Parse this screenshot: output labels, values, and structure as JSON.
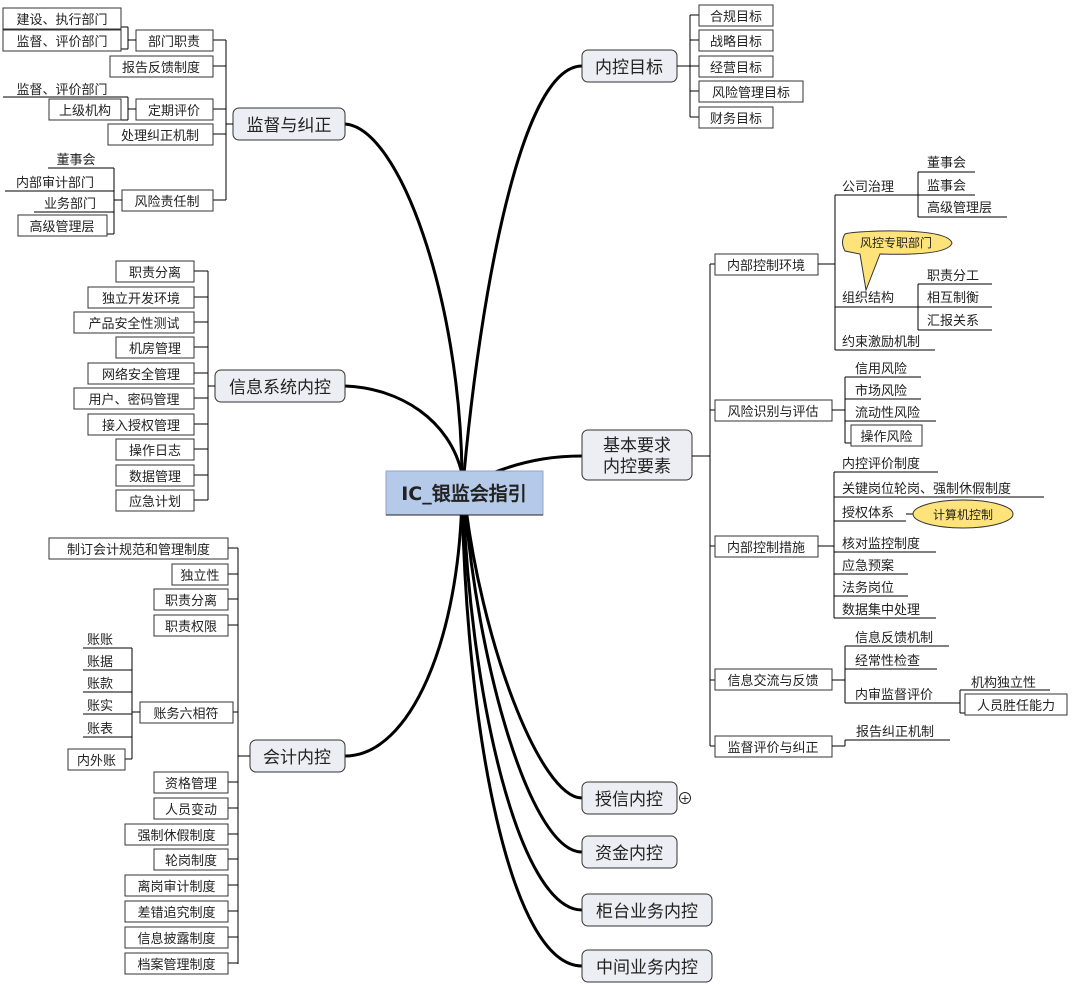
{
  "root": "IC_银监会指引",
  "branches": {
    "supervision": {
      "label": "监督与纠正",
      "dept_duty": {
        "label": "部门职责",
        "children": [
          "建设、执行部门",
          "监督、评价部门"
        ]
      },
      "report_feedback": "报告反馈制度",
      "periodic_eval": {
        "label": "定期评价",
        "children": [
          "监督、评价部门",
          "上级机构"
        ]
      },
      "correction": "处理纠正机制",
      "risk_resp": {
        "label": "风险责任制",
        "children": [
          "董事会",
          "内部审计部门",
          "业务部门",
          "高级管理层"
        ]
      }
    },
    "info_system": {
      "label": "信息系统内控",
      "children": [
        "职责分离",
        "独立开发环境",
        "产品安全性测试",
        "机房管理",
        "网络安全管理",
        "用户、密码管理",
        "接入授权管理",
        "操作日志",
        "数据管理",
        "应急计划"
      ]
    },
    "accounting": {
      "label": "会计内控",
      "children_top": [
        "制订会计规范和管理制度",
        "独立性",
        "职责分离",
        "职责权限"
      ],
      "six_match": {
        "label": "账务六相符",
        "children": [
          "账账",
          "账据",
          "账款",
          "账实",
          "账表",
          "内外账"
        ]
      },
      "children_bottom": [
        "资格管理",
        "人员变动",
        "强制休假制度",
        "轮岗制度",
        "离岗审计制度",
        "差错追究制度",
        "信息披露制度",
        "档案管理制度"
      ]
    },
    "objectives": {
      "label": "内控目标",
      "children": [
        "合规目标",
        "战略目标",
        "经营目标",
        "风险管理目标",
        "财务目标"
      ]
    },
    "basic": {
      "label_lines": [
        "基本要求",
        "内控要素"
      ],
      "environment": {
        "label": "内部控制环境",
        "governance": {
          "label": "公司治理",
          "children": [
            "董事会",
            "监事会",
            "高级管理层"
          ]
        },
        "callout": "风控专职部门",
        "org": {
          "label": "组织结构",
          "children": [
            "职责分工",
            "相互制衡",
            "汇报关系"
          ]
        },
        "incentive": "约束激励机制"
      },
      "risk_assess": {
        "label": "风险识别与评估",
        "children": [
          "信用风险",
          "市场风险",
          "流动性风险",
          "操作风险"
        ]
      },
      "measures": {
        "label": "内部控制措施",
        "children": [
          "内控评价制度",
          "关键岗位轮岗、强制休假制度",
          "授权体系",
          "核对监控制度",
          "应急预案",
          "法务岗位",
          "数据集中处理"
        ],
        "callout": "计算机控制"
      },
      "communication": {
        "label": "信息交流与反馈",
        "children": [
          "信息反馈机制",
          "经常性检查",
          "内审监督评价"
        ],
        "audit_children": [
          "机构独立性",
          "人员胜任能力"
        ]
      },
      "monitoring": {
        "label": "监督评价与纠正",
        "children": [
          "报告纠正机制"
        ]
      }
    },
    "credit": {
      "label": "授信内控",
      "expand_symbol": "+"
    },
    "treasury": {
      "label": "资金内控"
    },
    "counter": {
      "label": "柜台业务内控"
    },
    "intermediary": {
      "label": "中间业务内控"
    }
  }
}
